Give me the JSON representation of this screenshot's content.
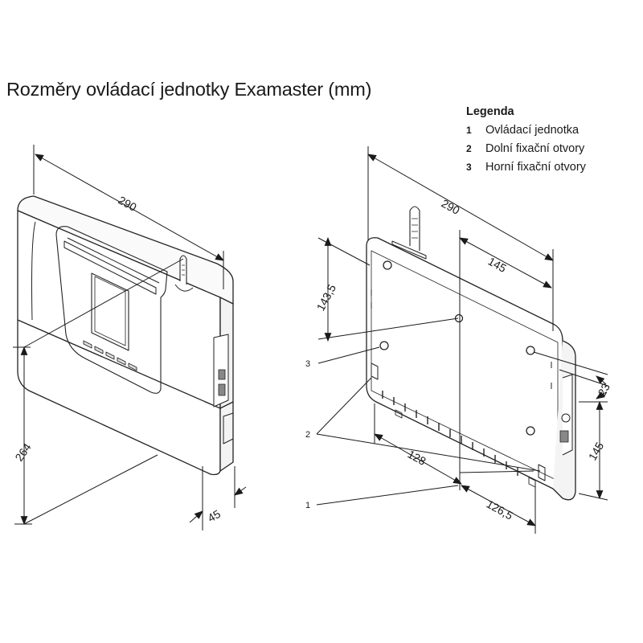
{
  "title": "Rozměry ovládací jednotky Examaster (mm)",
  "legend": {
    "title": "Legenda",
    "items": [
      {
        "num": "1",
        "label": "Ovládací jednotka"
      },
      {
        "num": "2",
        "label": "Dolní fixační otvory"
      },
      {
        "num": "3",
        "label": "Horní fixační otvory"
      }
    ]
  },
  "dimensions": {
    "left_width": "290",
    "left_height": "264",
    "left_depth": "45",
    "right_width": "290",
    "right_half_width": "145",
    "right_top_offset": "143,5",
    "right_side_offset": "23",
    "right_vertical": "145",
    "right_bottom_left": "128",
    "right_bottom_right": "126,5"
  },
  "callouts": {
    "c1": "1",
    "c2": "2",
    "c3": "3"
  }
}
